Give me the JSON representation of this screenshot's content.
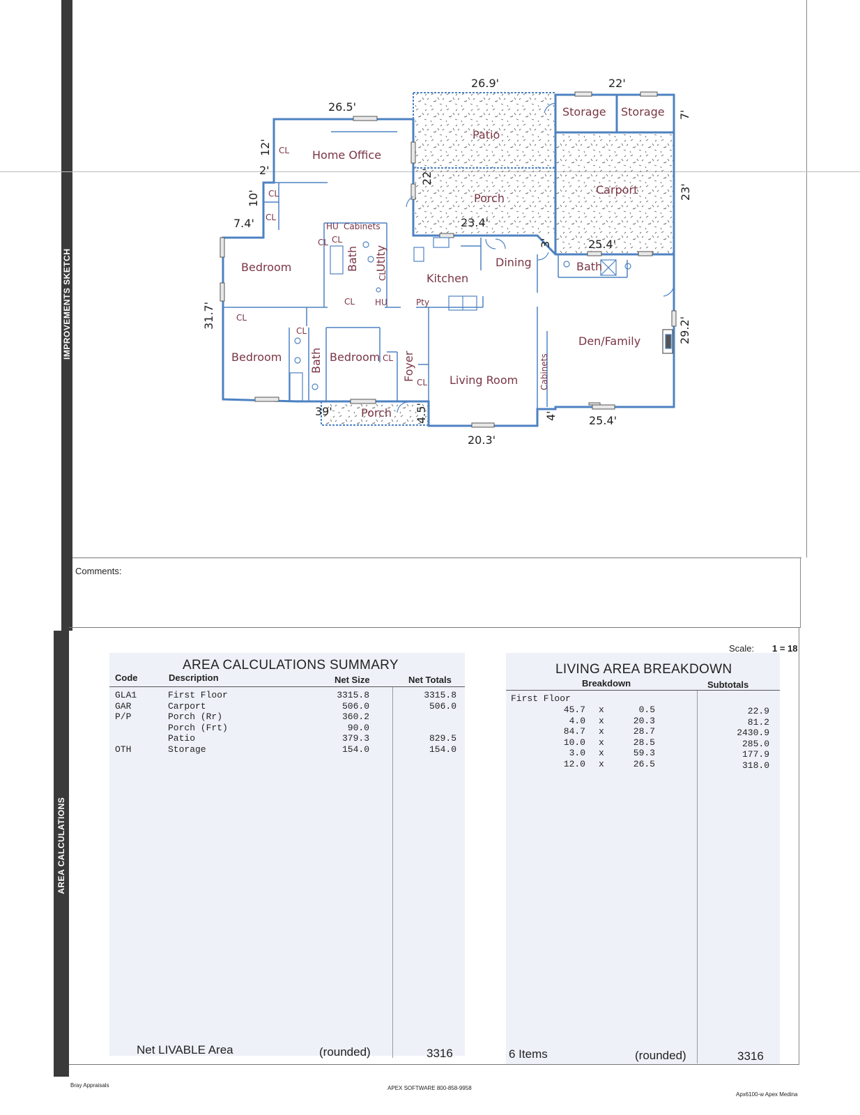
{
  "sections": {
    "improvements_sketch": "IMPROVEMENTS SKETCH",
    "area_calculations": "AREA CALCULATIONS",
    "comments_label": "Comments:"
  },
  "floor_plan": {
    "rooms": {
      "home_office": "Home Office",
      "patio": "Patio",
      "storage1": "Storage",
      "storage2": "Storage",
      "porch_rear": "Porch",
      "carport": "Carport",
      "bedroom1": "Bedroom",
      "bath1": "Bath",
      "utility": "Utlty",
      "kitchen": "Kitchen",
      "dining": "Dining",
      "bath2": "Bath",
      "den": "Den/Family",
      "bedroom2": "Bedroom",
      "bath3": "Bath",
      "bedroom3": "Bedroom",
      "foyer": "Foyer",
      "living": "Living Room",
      "cabinets_v": "Cabinets",
      "porch_front": "Porch",
      "cabinets_h": "Cabinets",
      "hu1": "HU",
      "hu2": "HU",
      "pty": "Pty",
      "cl": "CL"
    },
    "dimensions": {
      "d1": "26.9'",
      "d2": "22'",
      "d3": "26.5'",
      "d4": "7'",
      "d5": "12'",
      "d6": "2'",
      "d7": "22'",
      "d8": "10'",
      "d9": "7.4'",
      "d10": "23'",
      "d11": "23.4'",
      "d12": "3'",
      "d13": "25.4'",
      "d14": "31.7'",
      "d15": "29.2'",
      "d16": "39'",
      "d17": "4.5'",
      "d18": "4'",
      "d19": "25.4'",
      "d20": "20.3'"
    }
  },
  "area_summary": {
    "title": "AREA CALCULATIONS SUMMARY",
    "headers": {
      "code": "Code",
      "description": "Description",
      "net_size": "Net Size",
      "net_totals": "Net Totals"
    },
    "rows": [
      {
        "code": "GLA1",
        "description": "First Floor",
        "net_size": "3315.8",
        "net_totals": "3315.8"
      },
      {
        "code": "GAR",
        "description": "Carport",
        "net_size": "506.0",
        "net_totals": "506.0"
      },
      {
        "code": "P/P",
        "description": "Porch (Rr)",
        "net_size": "360.2",
        "net_totals": ""
      },
      {
        "code": "",
        "description": "Porch (Frt)",
        "net_size": "90.0",
        "net_totals": ""
      },
      {
        "code": "",
        "description": "Patio",
        "net_size": "379.3",
        "net_totals": "829.5"
      },
      {
        "code": "OTH",
        "description": "Storage",
        "net_size": "154.0",
        "net_totals": "154.0"
      }
    ],
    "footer_label": "Net LIVABLE Area",
    "footer_rounded": "(rounded)",
    "footer_value": "3316"
  },
  "living_breakdown": {
    "scale_label": "Scale:",
    "scale_value": "1 = 18",
    "title": "LIVING AREA BREAKDOWN",
    "headers": {
      "breakdown": "Breakdown",
      "subtotals": "Subtotals"
    },
    "floor": "First Floor",
    "rows": [
      {
        "a": "45.7",
        "x": "x",
        "b": "0.5",
        "subtotal": "22.9"
      },
      {
        "a": "4.0",
        "x": "x",
        "b": "20.3",
        "subtotal": "81.2"
      },
      {
        "a": "84.7",
        "x": "x",
        "b": "28.7",
        "subtotal": "2430.9"
      },
      {
        "a": "10.0",
        "x": "x",
        "b": "28.5",
        "subtotal": "285.0"
      },
      {
        "a": "3.0",
        "x": "x",
        "b": "59.3",
        "subtotal": "177.9"
      },
      {
        "a": "12.0",
        "x": "x",
        "b": "26.5",
        "subtotal": "318.0"
      }
    ],
    "footer_items": "6 Items",
    "footer_rounded": "(rounded)",
    "footer_value": "3316"
  },
  "page_footer": {
    "left": "Bray Appraisals",
    "center": "APEX SOFTWARE 800-858-9958",
    "right": "Apx6100-w Apex Medina"
  }
}
